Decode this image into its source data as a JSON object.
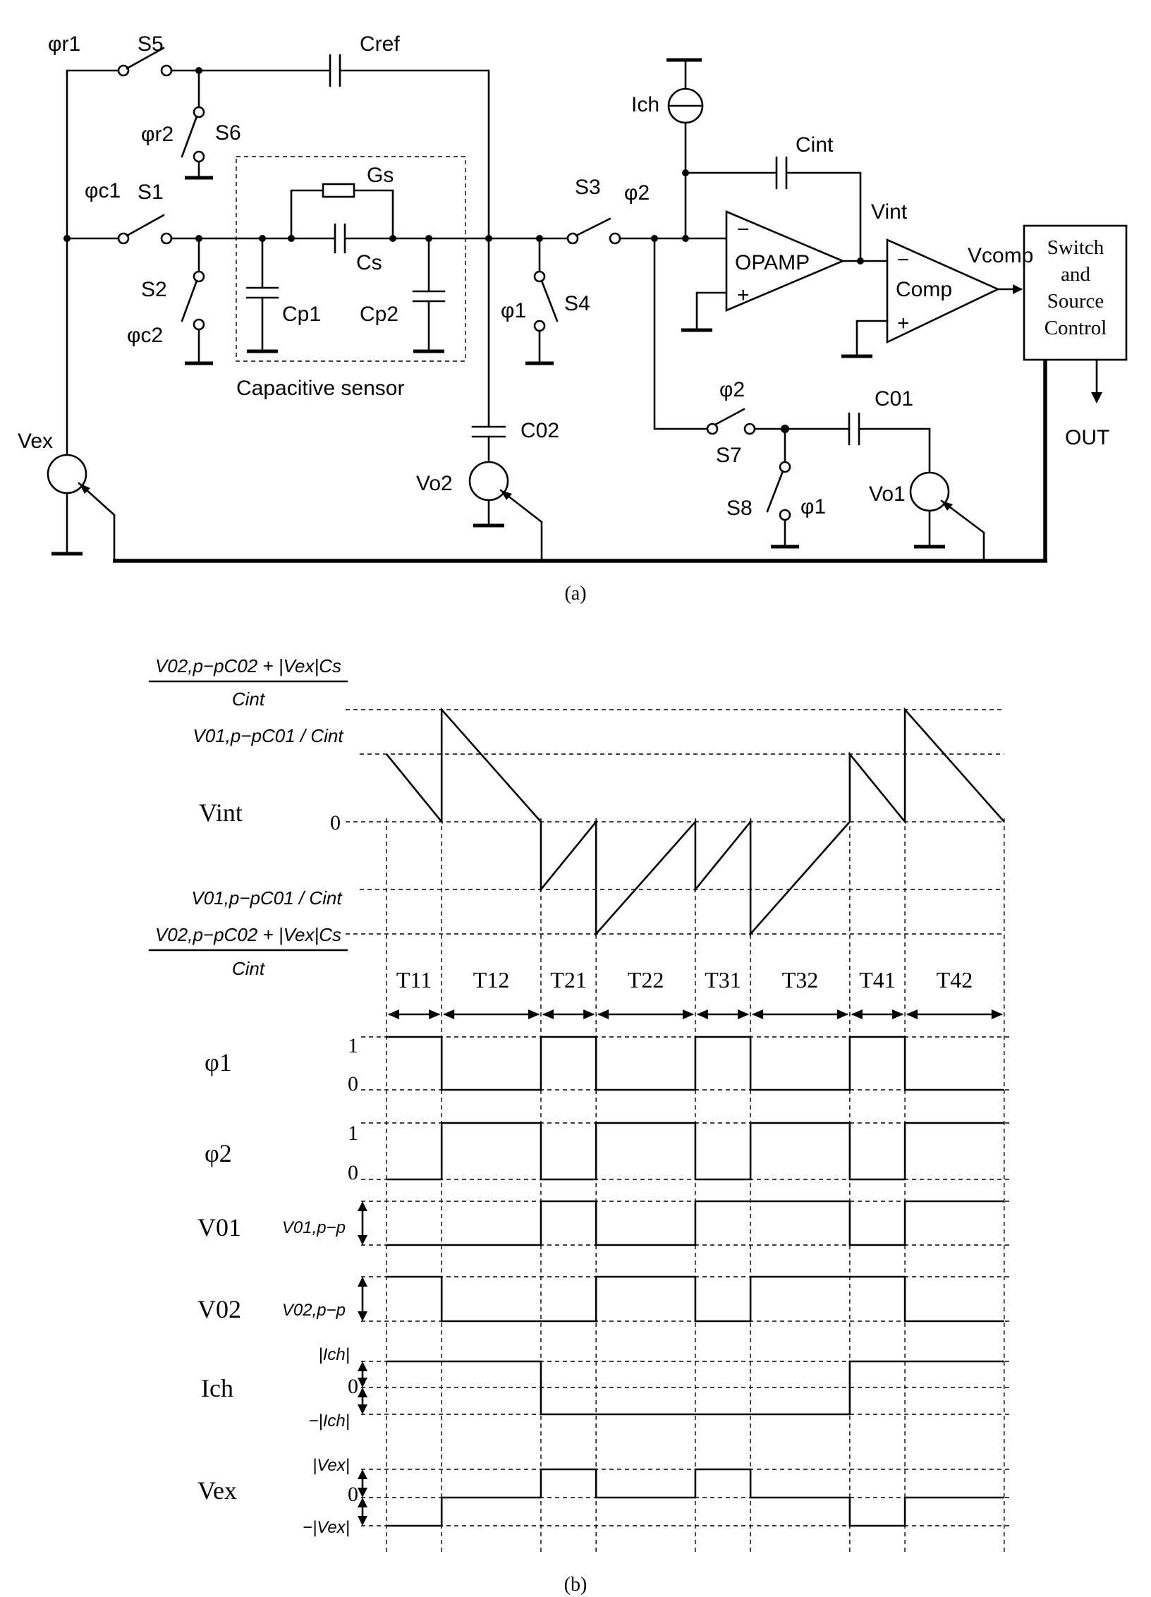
{
  "circuit": {
    "switches": {
      "S5": "S5",
      "S6": "S6",
      "S1": "S1",
      "S2": "S2",
      "S3": "S3",
      "S4": "S4",
      "S7": "S7",
      "S8": "S8"
    },
    "phases": {
      "phi_r1": "φr1",
      "phi_r2": "φr2",
      "phi_c1": "φc1",
      "phi_c2": "φc2",
      "phi2_s3": "φ2",
      "phi1_s4": "φ1",
      "phi2_s7": "φ2",
      "phi1_s8": "φ1"
    },
    "components": {
      "Cref": "Cref",
      "Gs": "Gs",
      "Cs": "Cs",
      "Cp1": "Cp1",
      "Cp2": "Cp2",
      "Ich": "Ich",
      "Cint": "Cint",
      "Vint": "Vint",
      "Vcomp": "Vcomp",
      "C02": "C02",
      "Vo2": "Vo2",
      "C01": "C01",
      "Vo1": "Vo1",
      "Vex": "Vex"
    },
    "opamp": {
      "label": "OPAMP",
      "minus": "−",
      "plus": "+"
    },
    "comparator": {
      "label": "Comp",
      "minus": "−",
      "plus": "+"
    },
    "control_block": [
      "Switch",
      "and",
      "Source",
      "Control"
    ],
    "output": "OUT",
    "sensor_caption": "Capacitive sensor",
    "caption": "(a)"
  },
  "timing": {
    "caption": "(b)",
    "vint_levels": {
      "top_numerator": "V02,p−pC02 + |Vex|Cs",
      "top_denominator": "Cint",
      "upper": "V01,p−pC01 / Cint",
      "zero": "0",
      "lower": "V01,p−pC01 / Cint",
      "bottom_numerator": "V02,p−pC02 + |Vex|Cs",
      "bottom_denominator": "Cint"
    },
    "signal_labels": {
      "vint": "Vint",
      "phi1": "φ1",
      "phi2": "φ2",
      "v01": "V01",
      "v02": "V02",
      "ich": "Ich",
      "vex": "Vex"
    },
    "level_labels": {
      "phi1_one": "1",
      "phi1_zero": "0",
      "phi2_one": "1",
      "phi2_zero": "0",
      "v01_pp": "V01,p−p",
      "v02_pp": "V02,p−p",
      "ich_pos": "|Ich|",
      "ich_zero": "0",
      "ich_neg": "−|Ich|",
      "vex_pos": "|Vex|",
      "vex_zero": "0",
      "vex_neg": "−|Vex|"
    },
    "intervals": [
      "T11",
      "T12",
      "T21",
      "T22",
      "T31",
      "T32",
      "T41",
      "T42"
    ],
    "interval_boundaries": [
      0,
      1,
      2.8,
      3.8,
      5.6,
      6.6,
      8.4,
      9.4,
      11.2
    ],
    "vint_waveform": [
      [
        0,
        1.6
      ],
      [
        1,
        0
      ],
      [
        1,
        2.65
      ],
      [
        2.8,
        0
      ],
      [
        2.8,
        -1.6
      ],
      [
        3.8,
        0
      ],
      [
        3.8,
        -2.65
      ],
      [
        5.6,
        0
      ],
      [
        5.6,
        -1.6
      ],
      [
        6.6,
        0
      ],
      [
        6.6,
        -2.65
      ],
      [
        8.4,
        0
      ],
      [
        8.4,
        1.6
      ],
      [
        9.4,
        0
      ],
      [
        9.4,
        2.65
      ],
      [
        11.2,
        0
      ]
    ],
    "phi1_states": [
      1,
      0,
      1,
      0,
      1,
      0,
      1,
      0
    ],
    "phi2_states": [
      0,
      1,
      0,
      1,
      0,
      1,
      0,
      1
    ],
    "v01_states": [
      0,
      0,
      1,
      0,
      1,
      1,
      0,
      1
    ],
    "v02_states": [
      1,
      0,
      0,
      1,
      0,
      1,
      1,
      0
    ],
    "ich_states": [
      1,
      1,
      -1,
      -1,
      -1,
      -1,
      1,
      1
    ],
    "vex_states": [
      -1,
      0,
      1,
      0,
      1,
      0,
      -1,
      0
    ]
  }
}
